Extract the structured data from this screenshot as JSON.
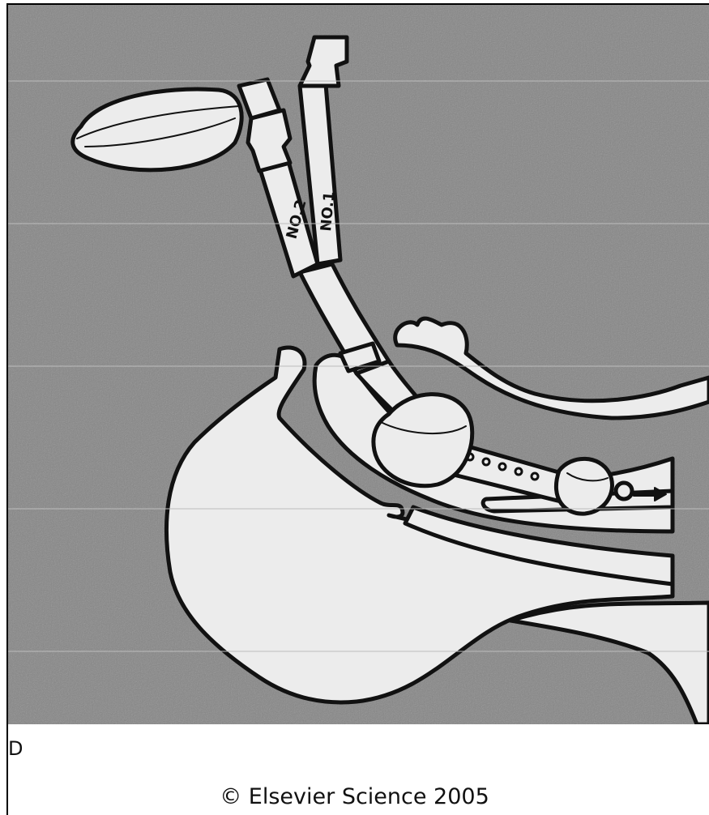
{
  "figure": {
    "panel_letter": "D",
    "tube_labels": [
      "NO.2",
      "NO.1"
    ],
    "copyright": "© Elsevier Science 2005"
  },
  "colors": {
    "background": "#858585",
    "fill": "#ececec",
    "outline": "#111111"
  },
  "icons": [
    "squeeze-bulb-icon",
    "arrow-right-icon"
  ]
}
